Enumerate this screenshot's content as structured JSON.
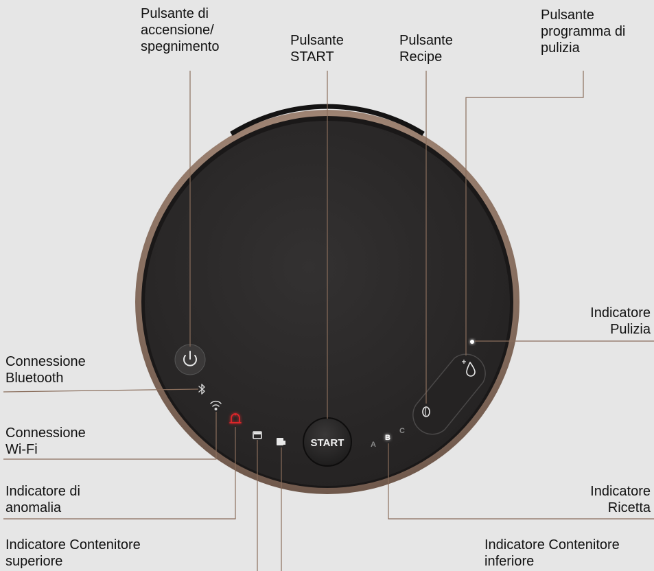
{
  "labels": {
    "power": "Pulsante di\naccensione/\nspegnimento",
    "start": "Pulsante\nSTART",
    "recipe": "Pulsante\nRecipe",
    "cleaning_program": "Pulsante\nprogramma di\npulizia",
    "cleaning_indicator": "Indicatore\nPulizia",
    "bluetooth": "Connessione\nBluetooth",
    "wifi": "Connessione\nWi-Fi",
    "anomaly": "Indicatore di\nanomalia",
    "recipe_indicator": "Indicatore\nRicetta",
    "upper_container": "Indicatore Contenitore\nsuperiore",
    "lower_container": "Indicatore Contenitore\ninferiore"
  },
  "panel": {
    "start_text": "START",
    "recipe_a": "A",
    "recipe_b": "B",
    "recipe_c": "C"
  },
  "colors": {
    "background": "#e6e6e6",
    "panel": "#2d2b2b",
    "rim": "#a08778",
    "leader": "#8a6e5c",
    "alert": "#e0262a"
  },
  "icons": {
    "power": "power-icon",
    "bluetooth": "bluetooth-icon",
    "wifi": "wifi-icon",
    "anomaly": "alert-icon",
    "upper": "upper-container-icon",
    "lower": "lower-container-icon",
    "recipe": "coffee-bean-icon",
    "cleaning": "water-drop-icon"
  }
}
